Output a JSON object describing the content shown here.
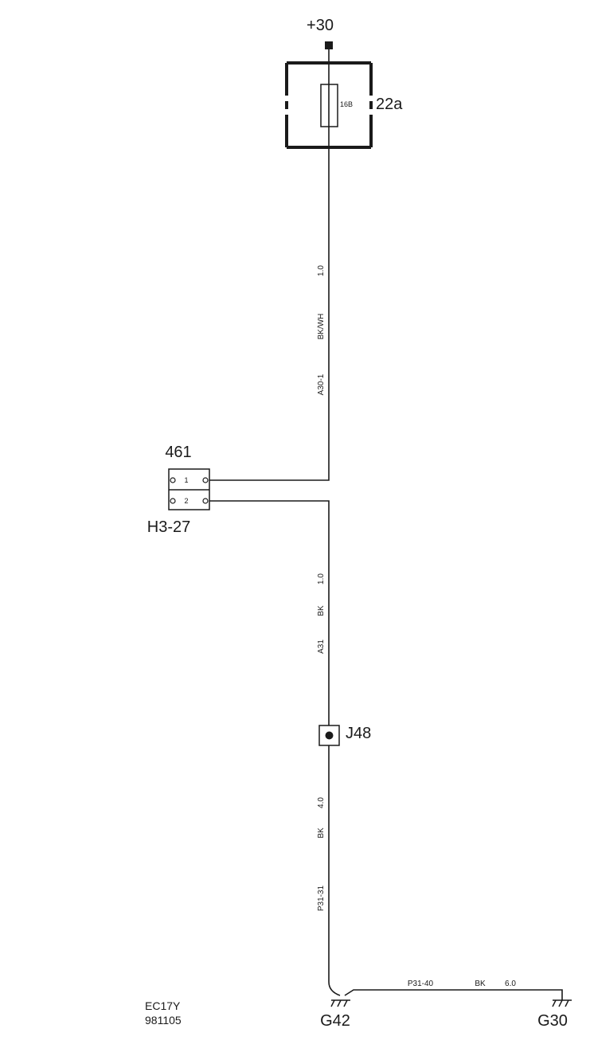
{
  "supply": {
    "label": "+30"
  },
  "fuse": {
    "id": "22a",
    "rating": "16B"
  },
  "wire1": {
    "size": "1.0",
    "color": "BK/WH",
    "code": "A30-1"
  },
  "connector": {
    "id": "461",
    "location": "H3-27",
    "pins": [
      "1",
      "2"
    ]
  },
  "wire2": {
    "size": "1.0",
    "color": "BK",
    "code": "A31"
  },
  "splice": {
    "id": "J48"
  },
  "wire3": {
    "size": "4.0",
    "color": "BK",
    "code": "P31-31"
  },
  "wire4": {
    "code": "P31-40",
    "color": "BK",
    "size": "6.0"
  },
  "grounds": [
    "G42",
    "G30"
  ],
  "footer": {
    "code": "EC17Y",
    "date": "981105"
  }
}
